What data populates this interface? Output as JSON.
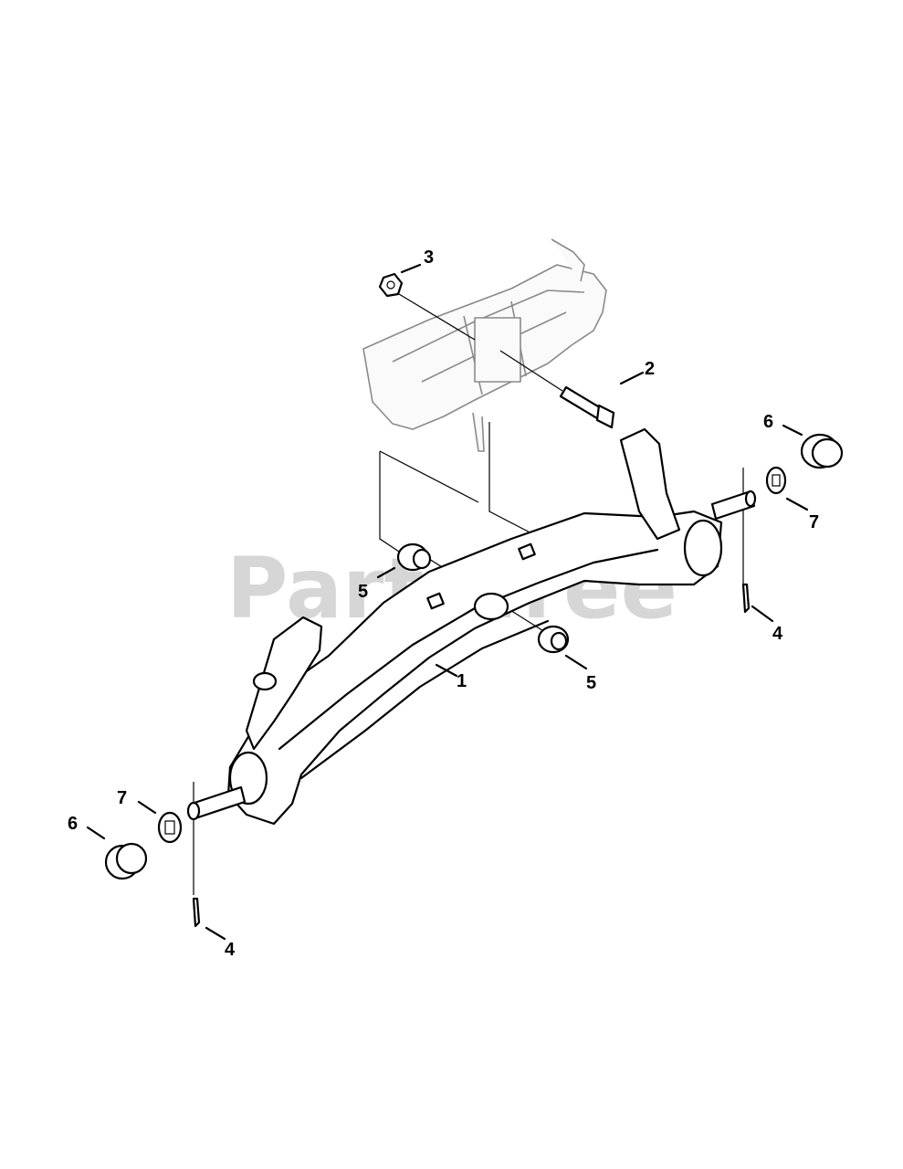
{
  "watermark": "PartsTree",
  "callouts": {
    "c1": "1",
    "c2": "2",
    "c3": "3",
    "c4a": "4",
    "c4b": "4",
    "c5a": "5",
    "c5b": "5",
    "c6a": "6",
    "c6b": "6",
    "c7a": "7",
    "c7b": "7"
  },
  "colors": {
    "line": "#000000",
    "watermark": "#d6d6d6",
    "background": "#ffffff"
  }
}
